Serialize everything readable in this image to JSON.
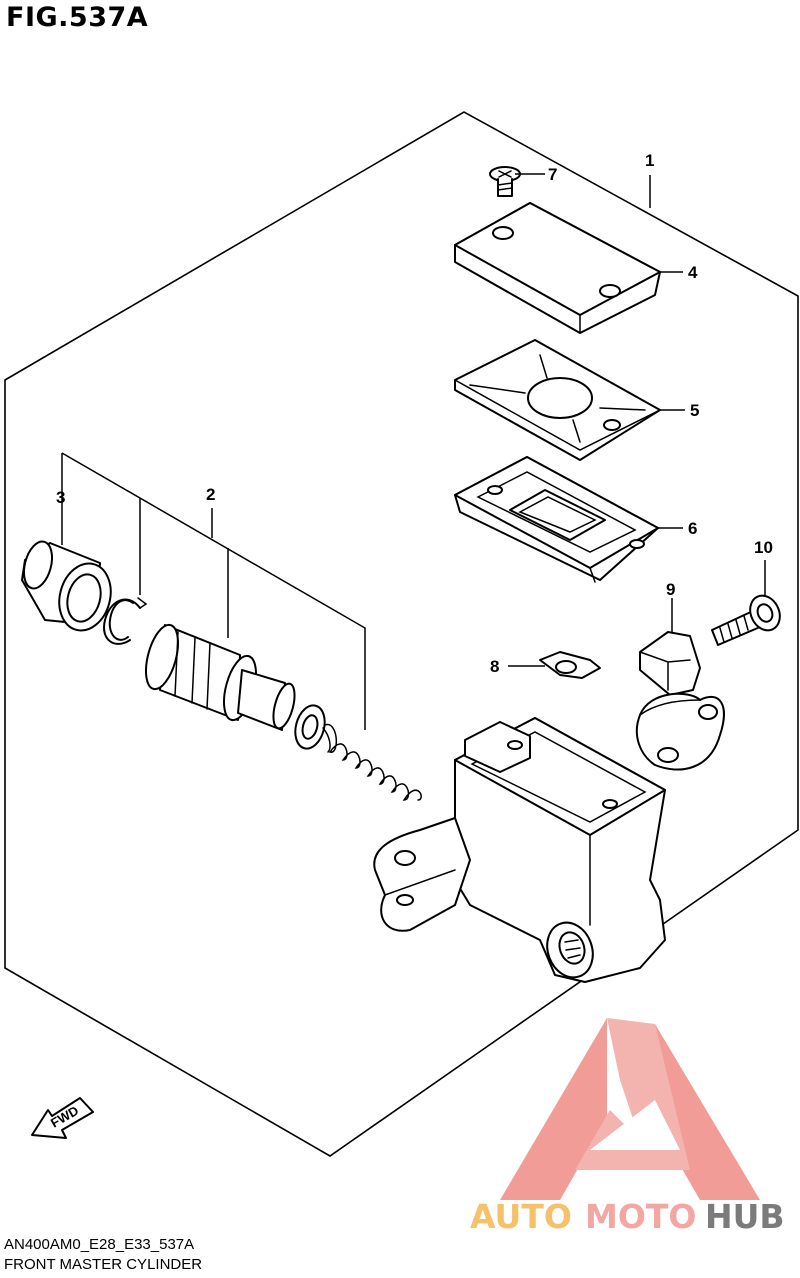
{
  "figure": {
    "number": "FIG.537A",
    "code": "AN400AM0_E28_E33_537A",
    "caption": "FRONT MASTER CYLINDER"
  },
  "callouts": [
    "1",
    "2",
    "3",
    "4",
    "5",
    "6",
    "7",
    "8",
    "9",
    "10"
  ],
  "direction_label": "FWD",
  "watermark": {
    "part1": "AUTO",
    "part2": "MOTO",
    "part3": "HUB",
    "colors": {
      "auto": "#f5c16b",
      "moto": "#f2a7a3",
      "hub": "#7b7b7b",
      "logo": "#f08b85"
    }
  }
}
